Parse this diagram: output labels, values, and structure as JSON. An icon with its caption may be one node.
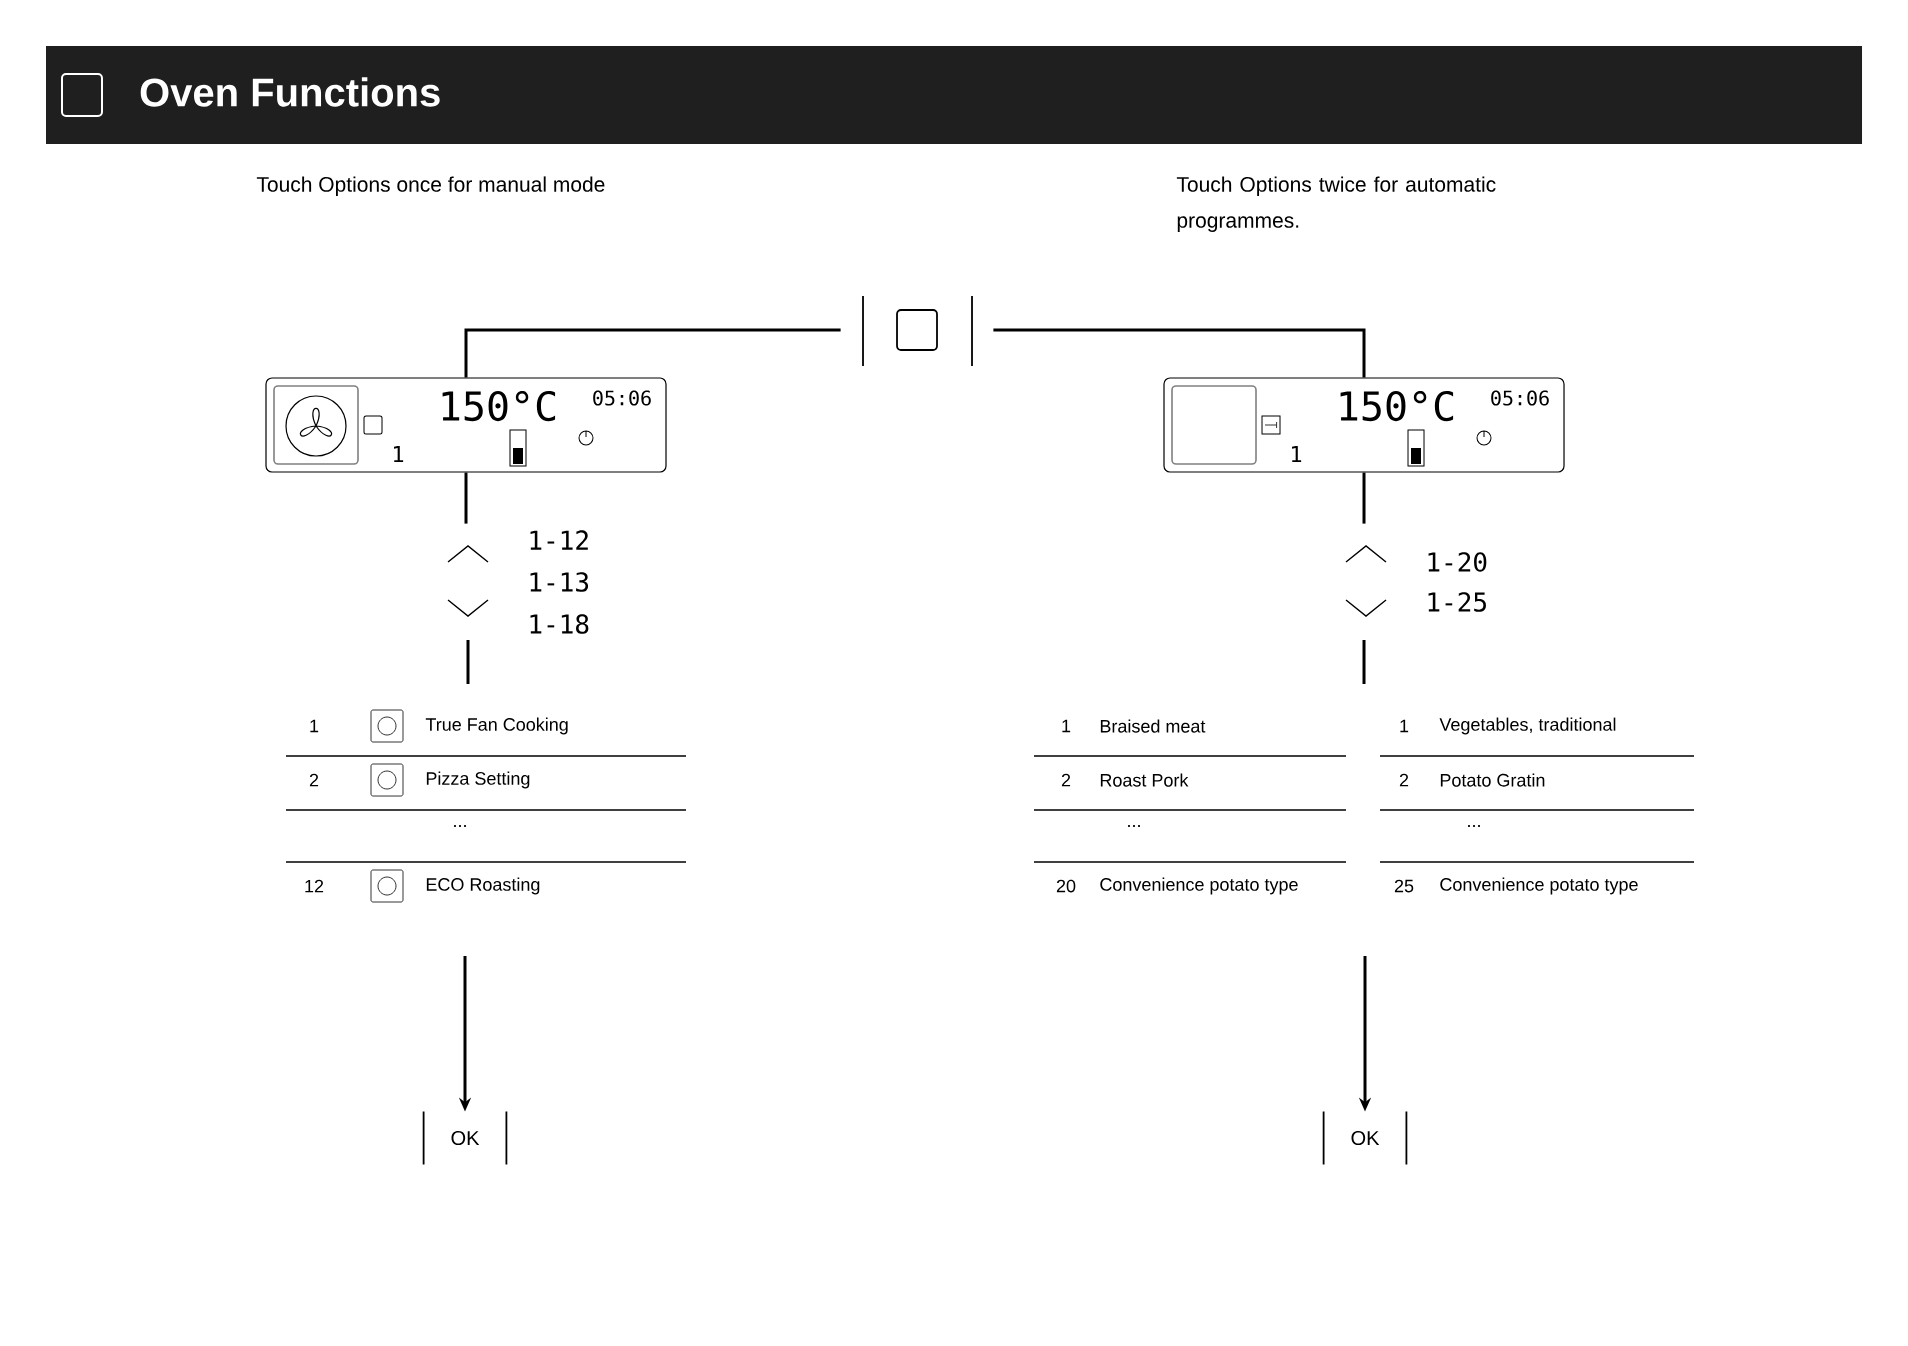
{
  "diagram": {
    "title": "Oven Functions",
    "nodes": [
      {
        "text": [],
        "shape": "box"
      },
      {
        "text": [
          "150°C",
          "05:06",
          "1"
        ]
      },
      {
        "text": [
          "150°C",
          "05:06",
          "1"
        ]
      },
      {
        "text": [
          "1-12",
          "1-13",
          "1-18"
        ]
      },
      {
        "text": [
          "1-20",
          "1-25"
        ]
      },
      {
        "text": [
          "1",
          "True Fan Cooking",
          "2",
          "Pizza Setting",
          "...",
          "12",
          "ECO Roasting"
        ]
      },
      {
        "text": [
          "1",
          "Braised meat",
          "2",
          "Roast Pork",
          "...",
          "20",
          "Convenience potato type",
          "1",
          "Vegetables, traditional",
          "2",
          "Potato Gratin",
          "...",
          "25",
          "Convenience potato type"
        ]
      },
      {
        "text": [
          "OK"
        ]
      },
      {
        "text": [
          "OK"
        ]
      }
    ],
    "edges": [
      {
        "from": 0,
        "to": 1,
        "arrow": "none"
      },
      {
        "from": 0,
        "to": 2,
        "arrow": "none"
      },
      {
        "from": 1,
        "to": 3,
        "arrow": "none"
      },
      {
        "from": 2,
        "to": 4,
        "arrow": "none"
      },
      {
        "from": 3,
        "to": 5,
        "arrow": "none"
      },
      {
        "from": 4,
        "to": 6,
        "arrow": "none"
      },
      {
        "from": 5,
        "to": 7,
        "arrow": "to"
      },
      {
        "from": 6,
        "to": 8,
        "arrow": "to"
      }
    ],
    "labels": [
      "Touch Options once for manual mode",
      "Touch Options twice for automatic programmes."
    ]
  }
}
